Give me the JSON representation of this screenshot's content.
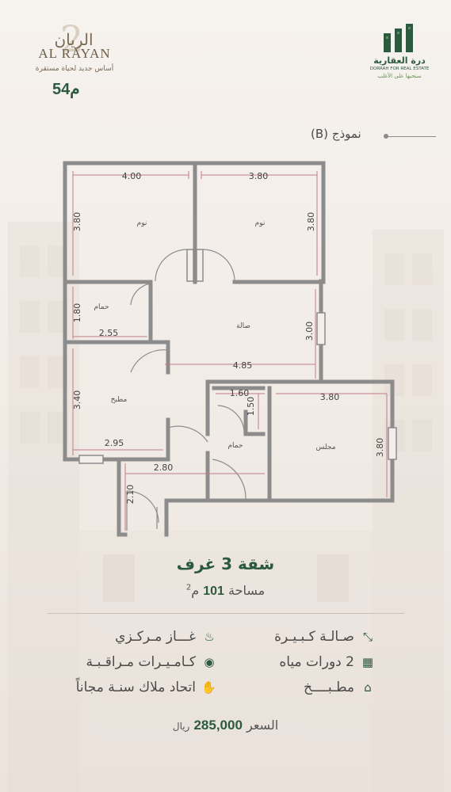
{
  "brand_left": {
    "name_ar": "الريان",
    "name_en": "AL RAYAN",
    "numeral": "2",
    "tagline": "أساس جديد لحياة مستقرة"
  },
  "brand_right": {
    "name_ar": "درة العقارية",
    "name_en": "DORRAH FOR REAL ESTATE",
    "tagline": "ستحبها على الأغلب"
  },
  "size_badge": "54م",
  "model_label": "نموذج (B)",
  "plan": {
    "rooms": {
      "bedroom_left": "نوم",
      "bedroom_right": "نوم",
      "bathroom_top": "حمام",
      "living": "صالة",
      "kitchen": "مطبخ",
      "bathroom_small": "حمام",
      "majlis": "مجلس"
    },
    "dims": {
      "bedroom_left_w": "4.00",
      "bedroom_right_w": "3.80",
      "bedroom_left_h": "3.80",
      "bedroom_right_h": "3.80",
      "bathroom_top_h": "1.80",
      "bathroom_top_w": "2.55",
      "living_w": "4.85",
      "living_h": "3.00",
      "kitchen_h": "3.40",
      "kitchen_w": "2.95",
      "bath_small_w": "1.60",
      "bath_small_h": "1.50",
      "majlis_w": "3.80",
      "majlis_h": "3.80",
      "entry_w": "2.80",
      "entry_h": "2.10"
    }
  },
  "title": "شقة 3 غرف",
  "area": {
    "label": "مساحة",
    "value": "101",
    "unit": "م",
    "sup": "2"
  },
  "features": [
    {
      "icon": "expand-icon",
      "label": "صـالـة كـبـيـرة"
    },
    {
      "icon": "flame-icon",
      "label": "غـــاز مـركـزي"
    },
    {
      "icon": "bath-icon",
      "label": "2 دورات مياه"
    },
    {
      "icon": "camera-icon",
      "label": "كـامـيـرات مـراقـبـة"
    },
    {
      "icon": "kitchen-icon",
      "label": "مطـبــــخ"
    },
    {
      "icon": "handshake-icon",
      "label": "اتحاد ملاك سنـة مجاناً"
    }
  ],
  "price": {
    "label": "السعر",
    "value": "285,000",
    "currency": "ريال"
  },
  "colors": {
    "accent": "#2c5a3f",
    "wall": "#8c8c8c",
    "dimension": "#c07b8a"
  }
}
